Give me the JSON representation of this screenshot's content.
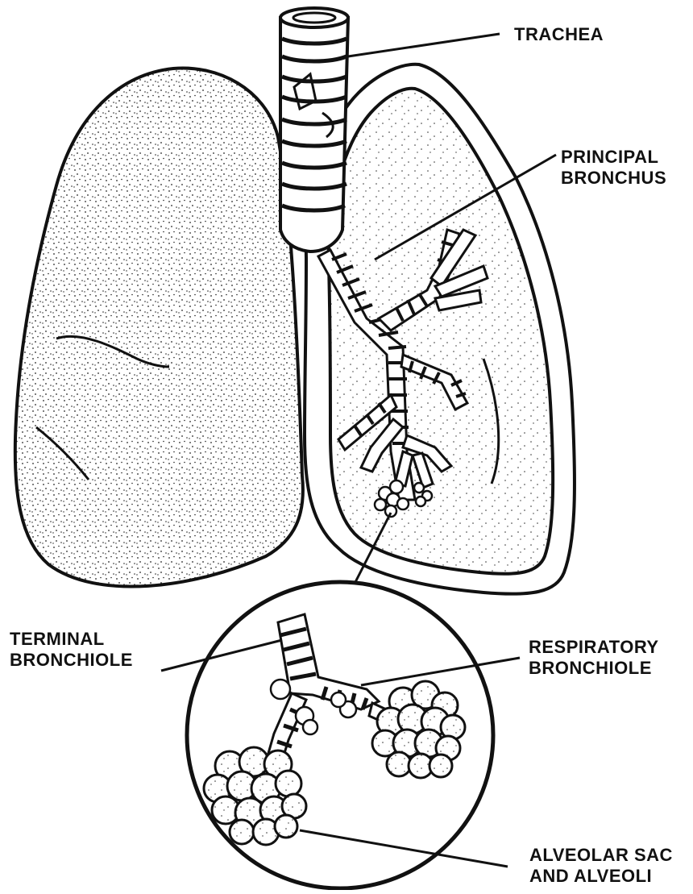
{
  "labels": {
    "trachea": "TRACHEA",
    "principal_bronchus": [
      "PRINCIPAL",
      "BRONCHUS"
    ],
    "terminal_bronchiole": [
      "TERMINAL",
      "BRONCHIOLE"
    ],
    "respiratory_bronchiole": [
      "RESPIRATORY",
      "BRONCHIOLE"
    ],
    "alveolar_sac": [
      "ALVEOLAR SAC",
      "AND ALVEOLI"
    ]
  },
  "colors": {
    "ink": "#111111",
    "paper": "#ffffff"
  }
}
